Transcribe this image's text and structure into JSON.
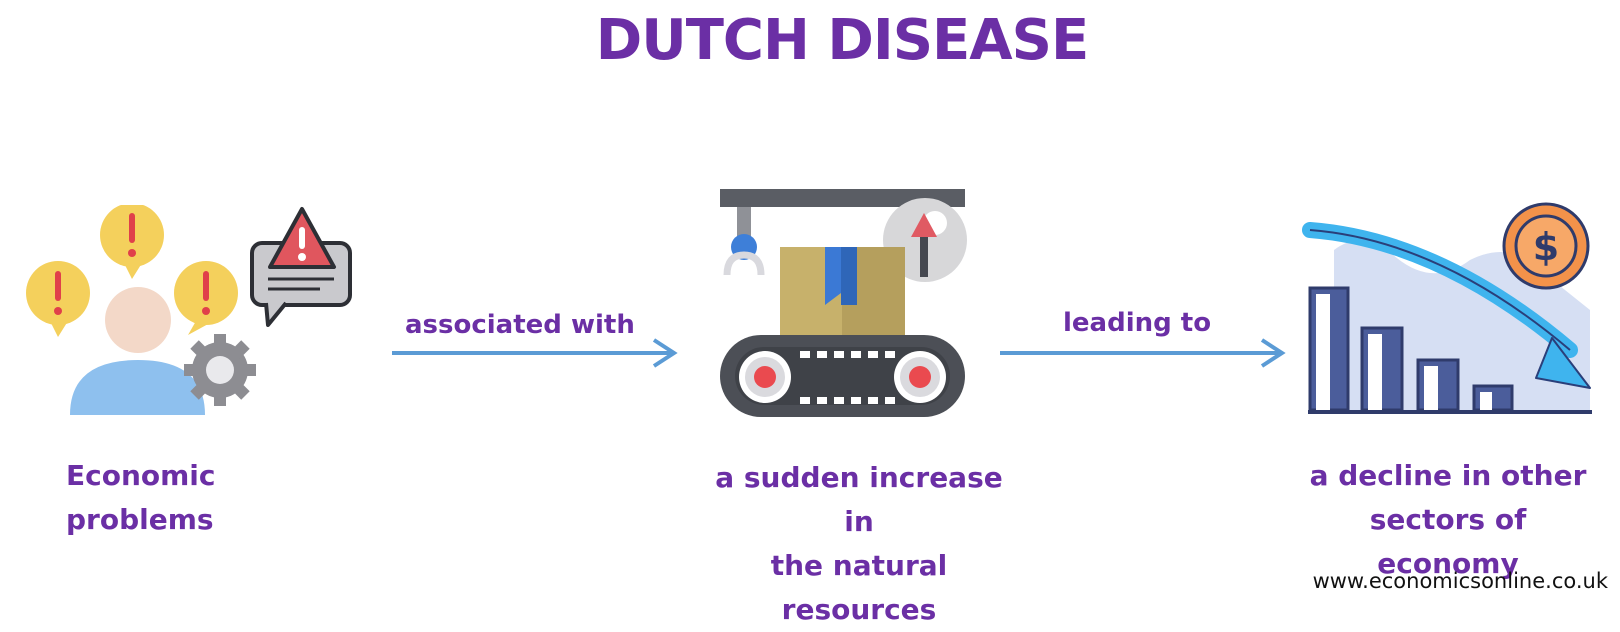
{
  "title": "DUTCH DISEASE",
  "nodes": [
    {
      "id": "economic-problems",
      "caption_lines": [
        "Economic",
        "problems"
      ]
    },
    {
      "id": "resources-increase",
      "caption_lines": [
        "a sudden increase in",
        "the natural resources"
      ]
    },
    {
      "id": "decline",
      "caption_lines": [
        "a decline in other",
        "sectors of economy"
      ]
    }
  ],
  "connectors": [
    {
      "label": "associated with"
    },
    {
      "label": "leading to"
    }
  ],
  "source": "www.economicsonline.co.uk",
  "colors": {
    "accent": "#6b2fa5",
    "arrow": "#5b9bd5"
  },
  "icons": [
    "person-alerts-icon",
    "conveyor-box-icon",
    "declining-chart-icon"
  ]
}
